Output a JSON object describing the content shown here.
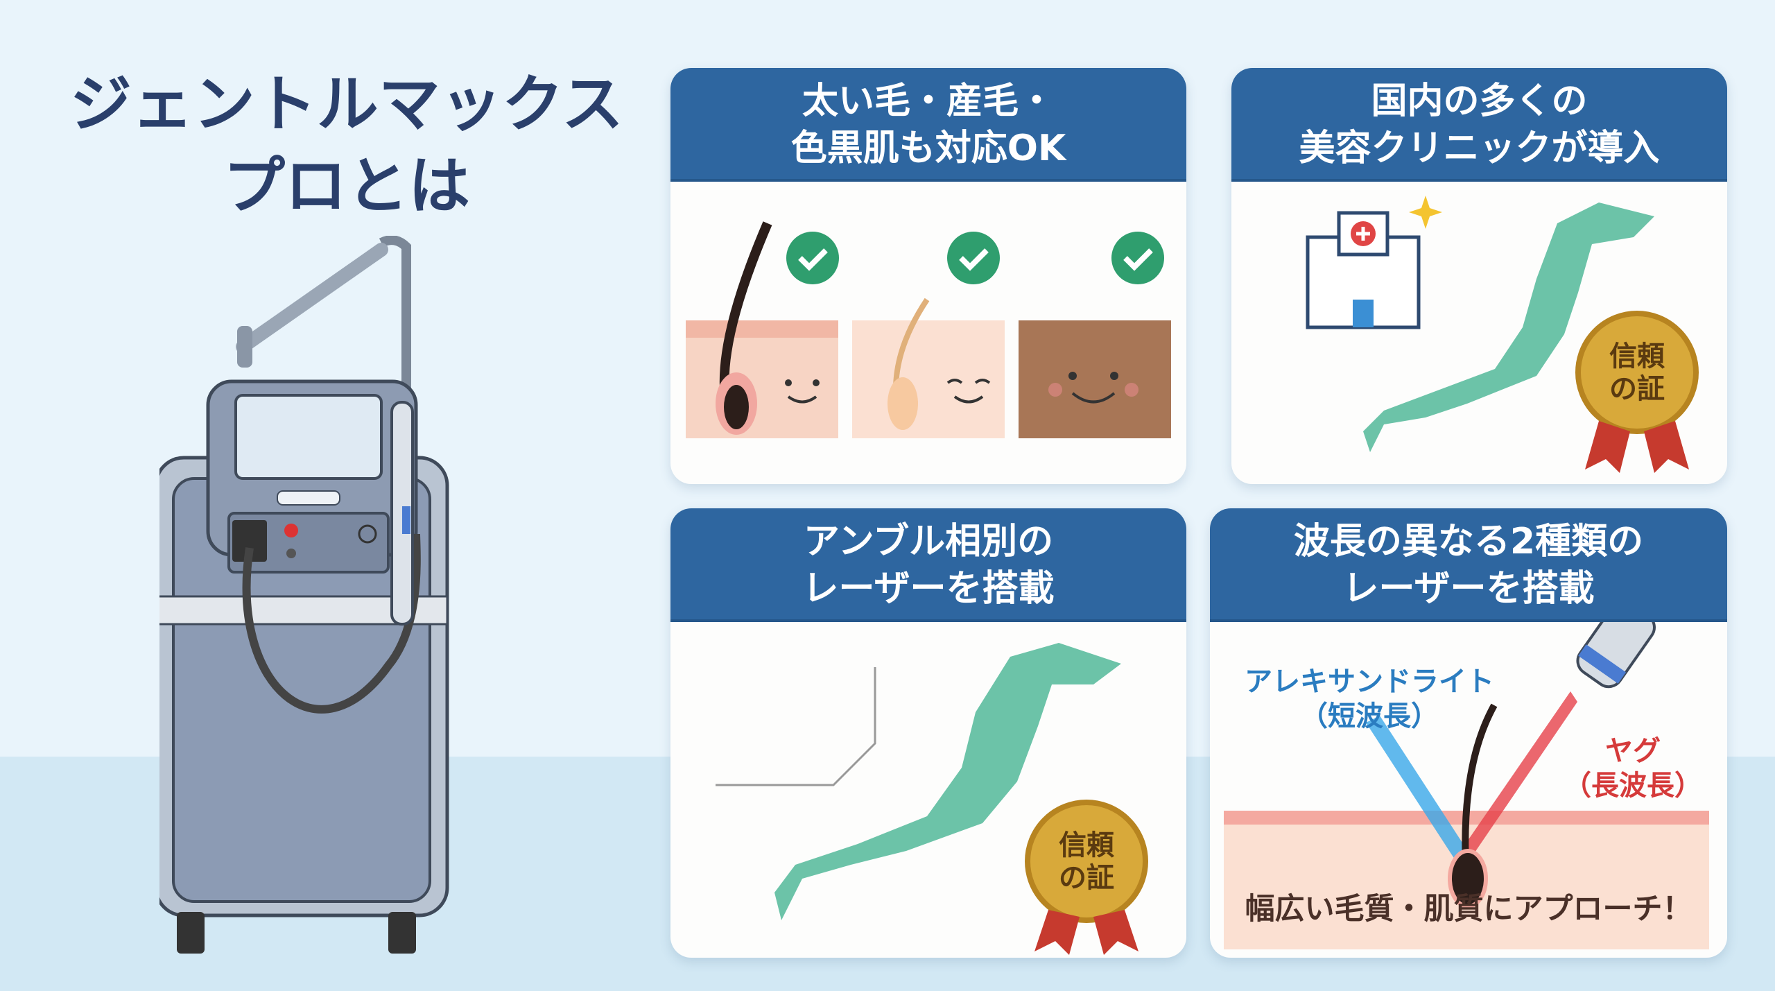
{
  "title": {
    "line1": "ジェントルマックス",
    "line2": "プロとは"
  },
  "cards": [
    {
      "heading_line1": "太い毛・産毛・",
      "heading_line2": "色黒肌も対応OK"
    },
    {
      "heading_line1": "国内の多くの",
      "heading_line2": "美容クリニックが導入",
      "seal_line1": "信頼",
      "seal_line2": "の証"
    },
    {
      "heading_line1": "アンブル相別の",
      "heading_line2": "レーザーを搭載",
      "seal_line1": "信頼",
      "seal_line2": "の証"
    },
    {
      "heading_line1": "波長の異なる2種類の",
      "heading_line2": "レーザーを搭載",
      "laser_a_name": "アレキサンドライト",
      "laser_a_wave": "（短波長）",
      "laser_b_name": "ヤグ",
      "laser_b_wave": "（長波長）",
      "caption": "幅広い毛質・肌質にアプローチ！"
    }
  ],
  "colors": {
    "header": "#2e66a0",
    "title": "#2a3f6b",
    "check": "#2f9e6e",
    "map": "#6cc3a8"
  }
}
